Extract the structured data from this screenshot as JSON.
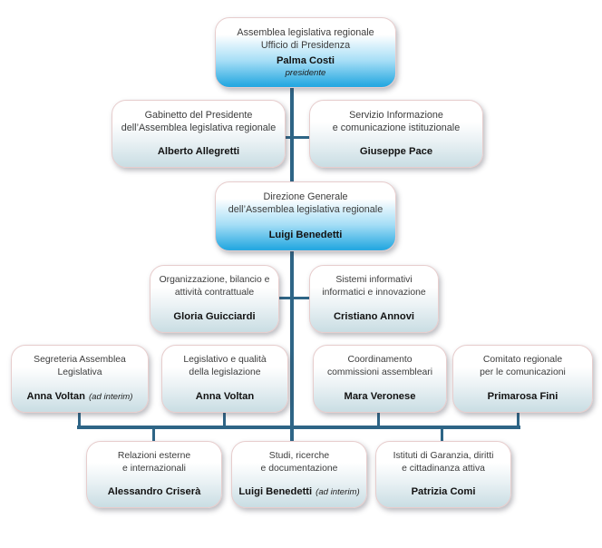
{
  "palette": {
    "connector_line": "#2e6586",
    "blue_box_bottom": "#29a9e1",
    "light_box_bottom": "#c9dde3",
    "box_border": "#e7cdcd",
    "title_text": "#3c3c3c",
    "name_text": "#121212"
  },
  "org_chart": {
    "type": "org-tree",
    "nodes": [
      {
        "id": "ufficio-di-presidenza",
        "title": "Assemblea legislativa regionale\nUfficio di Presidenza",
        "person": "Palma Costi",
        "suffix": "",
        "role": "presidente",
        "variant": "blue"
      },
      {
        "id": "gabinetto-del-presidente",
        "title": "Gabinetto del Presidente\ndell’Assemblea legislativa regionale",
        "person": "Alberto Allegretti",
        "suffix": "",
        "variant": "light"
      },
      {
        "id": "servizio-informazione",
        "title": "Servizio Informazione\ne comunicazione istituzionale",
        "person": "Giuseppe Pace",
        "suffix": "",
        "variant": "light"
      },
      {
        "id": "direzione-generale",
        "title": "Direzione Generale\ndell’Assemblea legislativa regionale",
        "person": "Luigi Benedetti",
        "suffix": "",
        "variant": "blue"
      },
      {
        "id": "organizzazione-bilancio",
        "title": "Organizzazione, bilancio e\nattività contrattuale",
        "person": "Gloria Guicciardi",
        "suffix": "",
        "variant": "light"
      },
      {
        "id": "sistemi-informativi",
        "title": "Sistemi informativi\ninformatici e innovazione",
        "person": "Cristiano Annovi",
        "suffix": "",
        "variant": "light"
      },
      {
        "id": "segreteria-assemblea",
        "title": "Segreteria Assemblea\nLegislativa",
        "person": "Anna Voltan",
        "suffix": "(ad interim)",
        "variant": "light"
      },
      {
        "id": "legislativo-qualita",
        "title": "Legislativo e qualità\ndella legislazione",
        "person": "Anna Voltan",
        "suffix": "",
        "variant": "light"
      },
      {
        "id": "coordinamento-commissioni",
        "title": "Coordinamento\ncommissioni assembleari",
        "person": "Mara Veronese",
        "suffix": "",
        "variant": "light"
      },
      {
        "id": "comitato-regionale",
        "title": "Comitato regionale\nper le comunicazioni",
        "person": "Primarosa Fini",
        "suffix": "",
        "variant": "light"
      },
      {
        "id": "relazioni-esterne",
        "title": "Relazioni esterne\ne internazionali",
        "person": "Alessandro Criserà",
        "suffix": "",
        "variant": "light"
      },
      {
        "id": "studi-ricerche",
        "title": "Studi, ricerche\ne documentazione",
        "person": "Luigi Benedetti",
        "suffix": "(ad interim)",
        "variant": "light"
      },
      {
        "id": "istituti-garanzia",
        "title": "Istituti di Garanzia, diritti\ne cittadinanza attiva",
        "person": "Patrizia Comi",
        "suffix": "",
        "variant": "light"
      }
    ],
    "edges": [
      [
        "ufficio-di-presidenza",
        "gabinetto-del-presidente"
      ],
      [
        "ufficio-di-presidenza",
        "servizio-informazione"
      ],
      [
        "ufficio-di-presidenza",
        "direzione-generale"
      ],
      [
        "direzione-generale",
        "organizzazione-bilancio"
      ],
      [
        "direzione-generale",
        "sistemi-informativi"
      ],
      [
        "direzione-generale",
        "segreteria-assemblea"
      ],
      [
        "direzione-generale",
        "legislativo-qualita"
      ],
      [
        "direzione-generale",
        "coordinamento-commissioni"
      ],
      [
        "direzione-generale",
        "comitato-regionale"
      ],
      [
        "direzione-generale",
        "relazioni-esterne"
      ],
      [
        "direzione-generale",
        "studi-ricerche"
      ],
      [
        "direzione-generale",
        "istituti-garanzia"
      ]
    ]
  }
}
